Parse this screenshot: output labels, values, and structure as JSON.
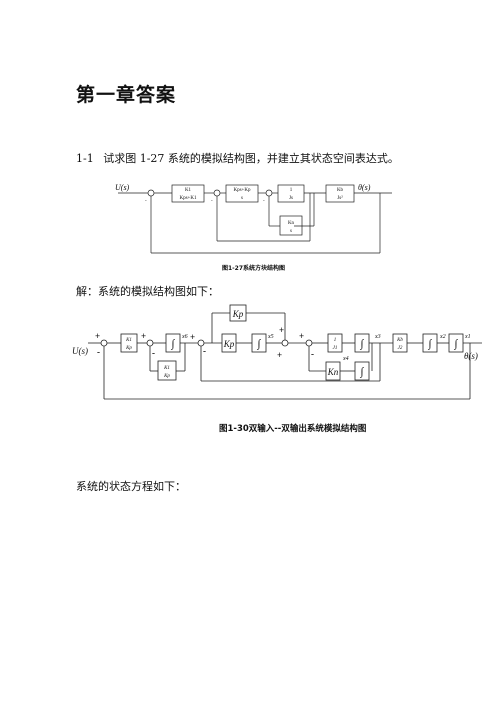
{
  "chapter_title": "第一章答案",
  "problem": {
    "number": "1-1",
    "text": "试求图 1-27 系统的模拟结构图，并建立其状态空间表达式。"
  },
  "figure1": {
    "caption": "图1-27系统方块结构图",
    "input_label": "U(s)",
    "output_label": "θ(s)",
    "blocks": [
      {
        "num": "K1",
        "den": "Kps+K1"
      },
      {
        "num": "Kps+Kp",
        "den": "s"
      },
      {
        "num": "1",
        "den": "Js"
      },
      {
        "num": "Kb",
        "den": "Js²"
      },
      {
        "num": "Kn",
        "den": "s"
      }
    ],
    "signs": {
      "minus": "-",
      "plus": "+"
    }
  },
  "solution_intro": "解：系统的模拟结构图如下：",
  "figure2": {
    "caption": "图1-30双输入--双输出系统模拟结构图",
    "input_label": "U(s)",
    "output_label": "θ(s)",
    "blocks": {
      "b1": {
        "num": "K1",
        "den": "Kp"
      },
      "b2": {
        "num": "K1",
        "den": "Kp"
      },
      "int": "∫",
      "kp_gain": "Kp",
      "kp_top": "Kp",
      "jinv": {
        "num": "1",
        "den": "J1"
      },
      "kb": {
        "num": "Kb",
        "den": "J2"
      },
      "kn": "Kn"
    },
    "states": {
      "x6": "x6",
      "x5": "x5",
      "x4": "x4",
      "x3": "x3",
      "x2": "x2",
      "x1": "x1"
    }
  },
  "state_eq_intro": "系统的状态方程如下："
}
